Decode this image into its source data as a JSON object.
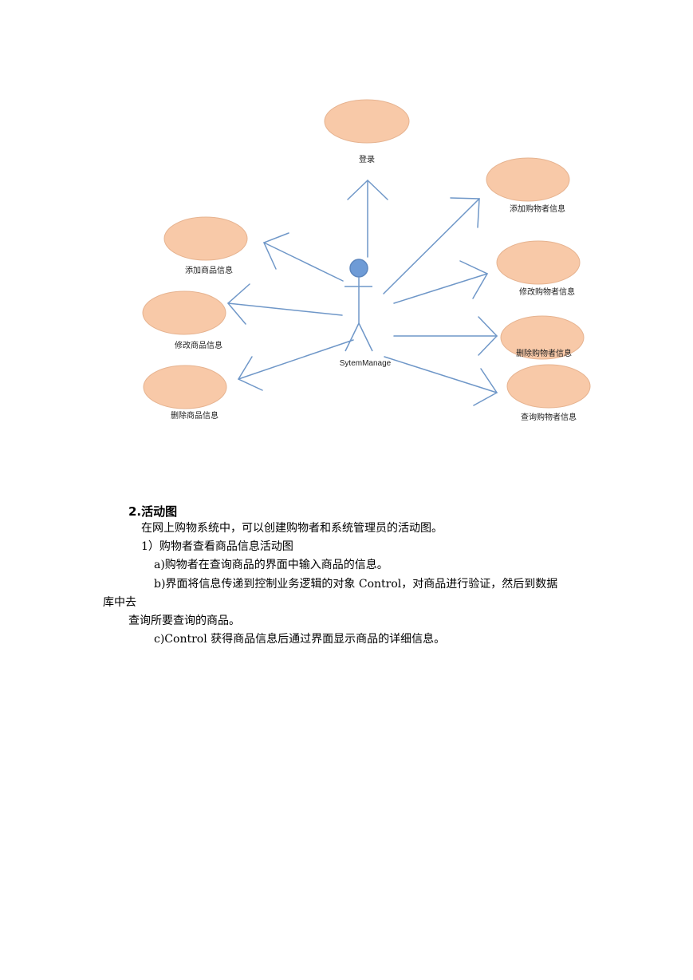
{
  "diagram": {
    "actor": "SytemManage",
    "use_cases": {
      "login": "登录",
      "add_shopper": "添加购物者信息",
      "edit_shopper": "修改购物者信息",
      "delete_shopper": "删除购物者信息",
      "query_shopper": "查询购物者信息",
      "add_product": "添加商品信息",
      "edit_product": "修改商品信息",
      "delete_product": "删除商品信息"
    },
    "colors": {
      "ellipse_fill": "#F8C9A8",
      "ellipse_stroke": "#E6B390",
      "line": "#6F97C8",
      "actor_head": "#6E9BD6"
    }
  },
  "section": {
    "heading": "2.活动图",
    "intro": "在网上购物系统中，可以创建购物者和系统管理员的活动图。",
    "sub1": "1）购物者查看商品信息活动图",
    "a": "a)购物者在查询商品的界面中输入商品的信息。",
    "b_line1": "b)界面将信息传递到控制业务逻辑的对象 Control，对商品进行验证，然后到数据",
    "b_line2": "库中去",
    "b_line3": "查询所要查询的商品。",
    "c": "c)Control 获得商品信息后通过界面显示商品的详细信息。"
  }
}
